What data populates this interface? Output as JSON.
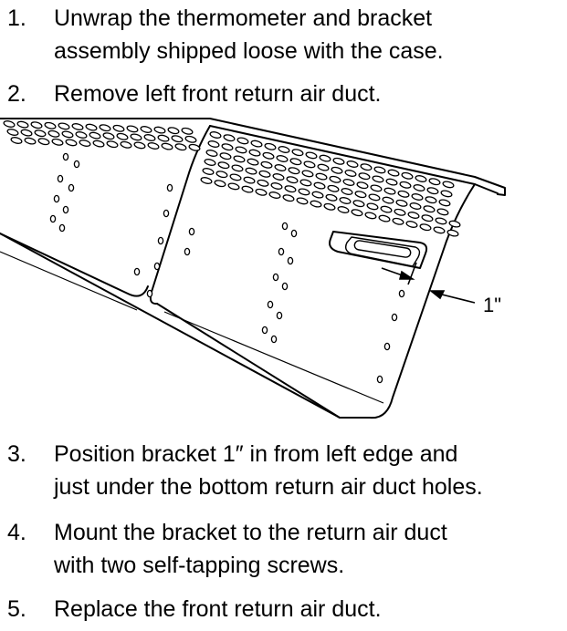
{
  "steps": [
    {
      "number": "1.",
      "lines": [
        "Unwrap the thermometer and bracket",
        "assembly shipped loose with the case."
      ]
    },
    {
      "number": "2.",
      "lines": [
        "Remove left front return air duct."
      ]
    },
    {
      "number": "3.",
      "lines": [
        "Position bracket 1″ in from left edge and",
        "just under the bottom return air duct holes."
      ]
    },
    {
      "number": "4.",
      "lines": [
        "Mount the bracket to the return air duct",
        "with two self-tapping screws."
      ]
    },
    {
      "number": "5.",
      "lines": [
        "Replace the front return air duct."
      ]
    }
  ],
  "figure": {
    "dimension_label": "1\""
  }
}
